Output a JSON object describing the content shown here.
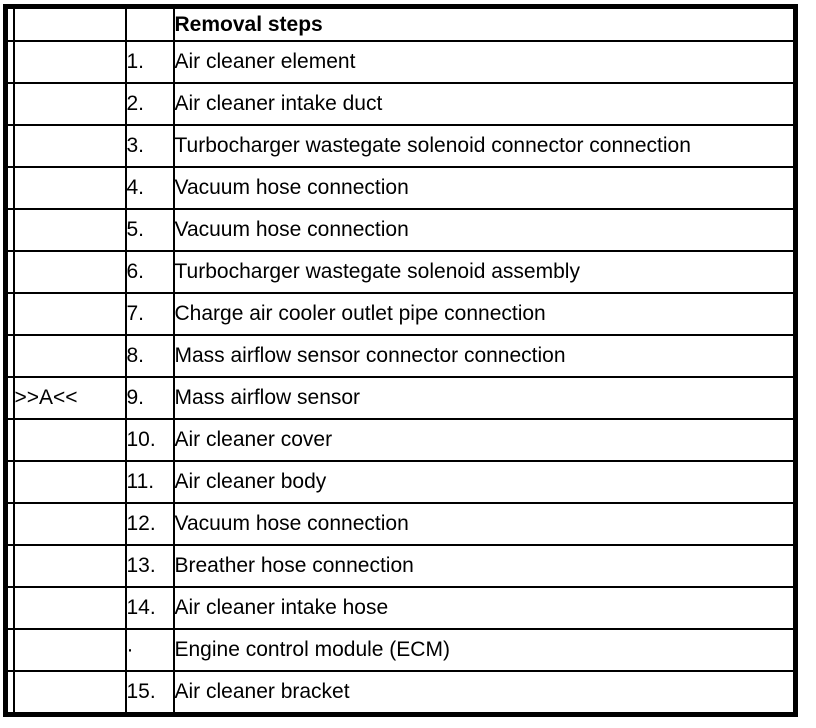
{
  "colors": {
    "border": "#000000",
    "text": "#000000",
    "background": "#ffffff"
  },
  "table": {
    "title": "Removal steps",
    "rows": [
      {
        "marker": "",
        "num": "1.",
        "text": "Air cleaner element"
      },
      {
        "marker": "",
        "num": "2.",
        "text": "Air cleaner intake duct"
      },
      {
        "marker": "",
        "num": "3.",
        "text": "Turbocharger wastegate solenoid connector connection"
      },
      {
        "marker": "",
        "num": "4.",
        "text": "Vacuum hose connection"
      },
      {
        "marker": "",
        "num": "5.",
        "text": "Vacuum hose connection"
      },
      {
        "marker": "",
        "num": "6.",
        "text": "Turbocharger wastegate solenoid assembly"
      },
      {
        "marker": "",
        "num": "7.",
        "text": "Charge air cooler outlet pipe connection"
      },
      {
        "marker": "",
        "num": "8.",
        "text": "Mass airflow sensor connector connection"
      },
      {
        "marker": ">>A<<",
        "num": "9.",
        "text": "Mass airflow sensor"
      },
      {
        "marker": "",
        "num": "10.",
        "text": "Air cleaner cover"
      },
      {
        "marker": "",
        "num": "11.",
        "text": "Air cleaner body"
      },
      {
        "marker": "",
        "num": "12.",
        "text": "Vacuum hose connection"
      },
      {
        "marker": "",
        "num": "13.",
        "text": "Breather hose connection"
      },
      {
        "marker": "",
        "num": "14.",
        "text": "Air cleaner intake hose"
      },
      {
        "marker": "",
        "num": "·",
        "text": "Engine control module (ECM)"
      },
      {
        "marker": "",
        "num": "15.",
        "text": "Air cleaner bracket"
      }
    ]
  }
}
